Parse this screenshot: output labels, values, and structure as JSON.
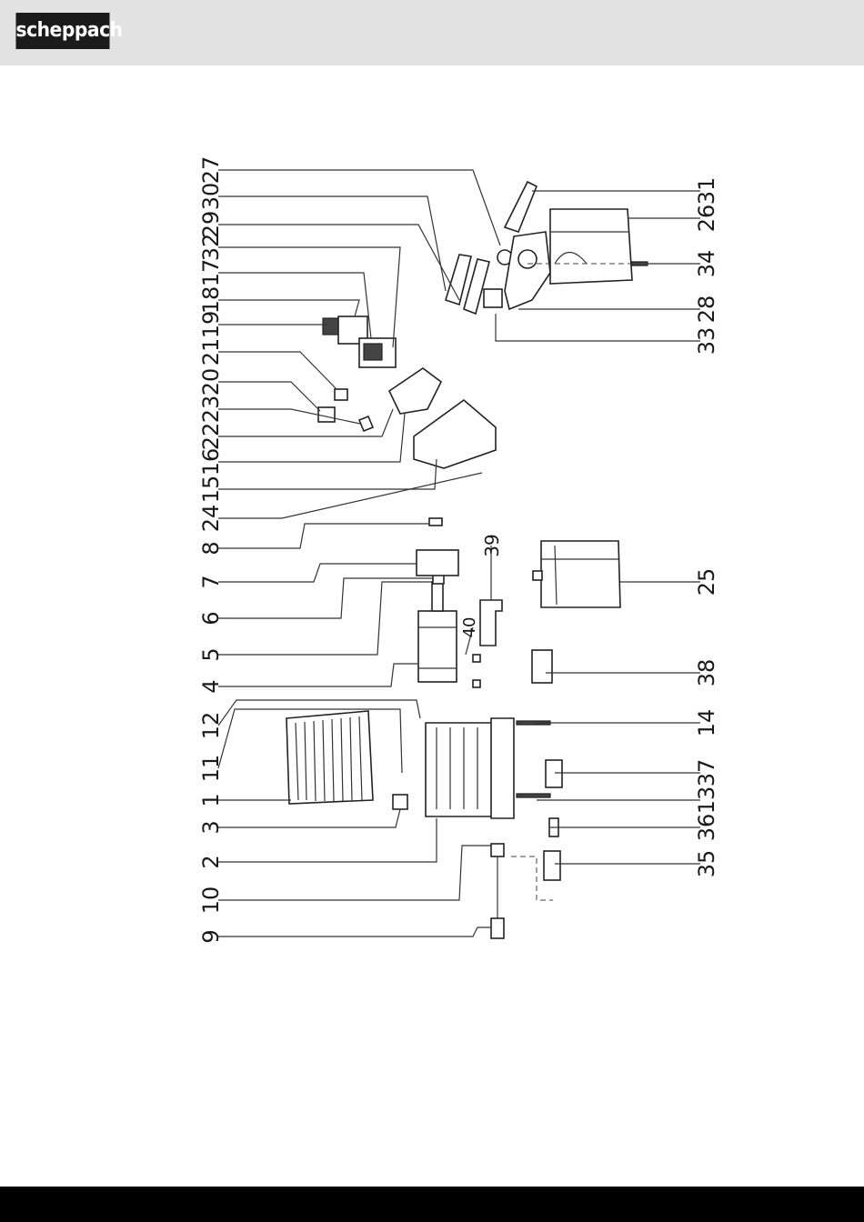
{
  "header": {
    "brand": "scheppach"
  },
  "diagram": {
    "part_labels": [
      "27",
      "30",
      "29",
      "32",
      "17",
      "18",
      "19",
      "21",
      "20",
      "23",
      "22",
      "16",
      "15",
      "24",
      "8",
      "7",
      "6",
      "5",
      "4",
      "12",
      "11",
      "1",
      "3",
      "2",
      "10",
      "9",
      "39",
      "40",
      "25",
      "38",
      "37",
      "36",
      "35",
      "14",
      "13",
      "31",
      "26",
      "34",
      "28",
      "33"
    ]
  }
}
